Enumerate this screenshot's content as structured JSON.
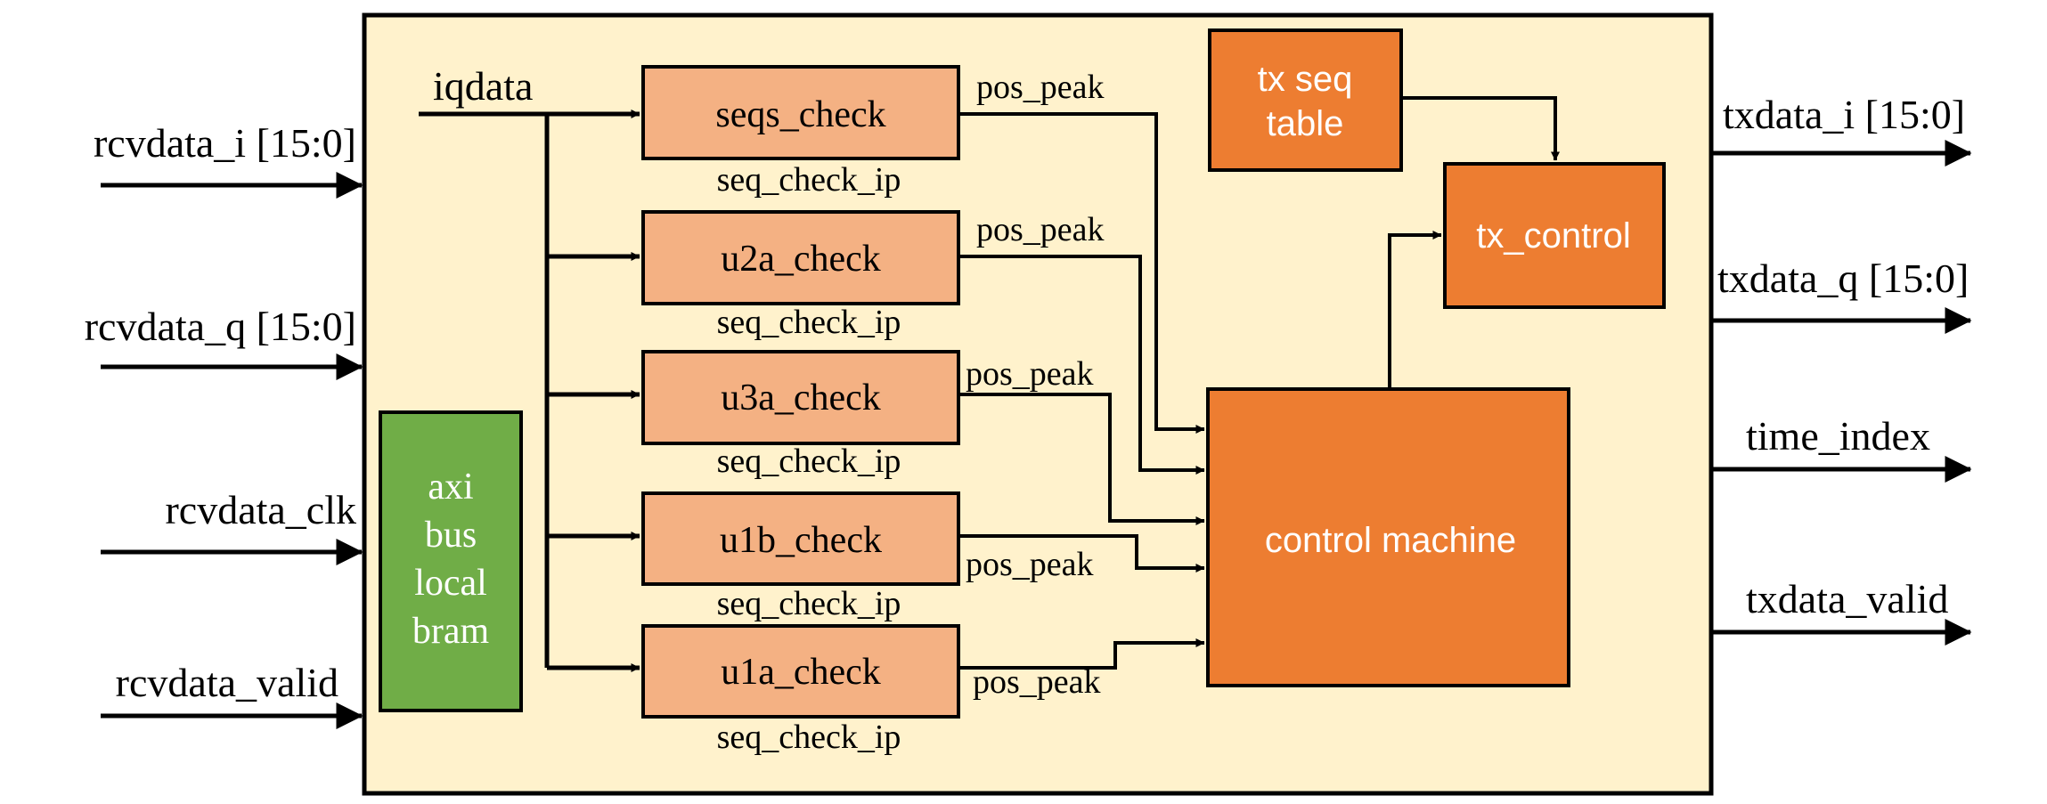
{
  "inputs": [
    "rcvdata_i [15:0]",
    "rcvdata_q [15:0]",
    "rcvdata_clk",
    "rcvdata_valid"
  ],
  "outputs": [
    "txdata_i [15:0]",
    "txdata_q [15:0]",
    "time_index",
    "txdata_valid"
  ],
  "bus_label": "iqdata",
  "checks": [
    {
      "name": "seqs_check",
      "sublabel": "seq_check_ip",
      "signal": "pos_peak"
    },
    {
      "name": "u2a_check",
      "sublabel": "seq_check_ip",
      "signal": "pos_peak"
    },
    {
      "name": "u3a_check",
      "sublabel": "seq_check_ip",
      "signal": "pos_peak"
    },
    {
      "name": "u1b_check",
      "sublabel": "seq_check_ip",
      "signal": "pos_peak"
    },
    {
      "name": "u1a_check",
      "sublabel": "seq_check_ip",
      "signal": "pos_peak"
    }
  ],
  "bram": {
    "lines": [
      "axi",
      "bus",
      "local",
      "bram"
    ]
  },
  "tx_seq_table": {
    "lines": [
      "tx seq",
      "table"
    ]
  },
  "tx_control": "tx_control",
  "control_machine": "control machine",
  "colors": {
    "container": "#fff2cc",
    "check_box": "#f4b183",
    "orange_box": "#ed7d31",
    "bram_box": "#70ad47",
    "stroke": "#000000",
    "white_text": "#ffffff"
  }
}
